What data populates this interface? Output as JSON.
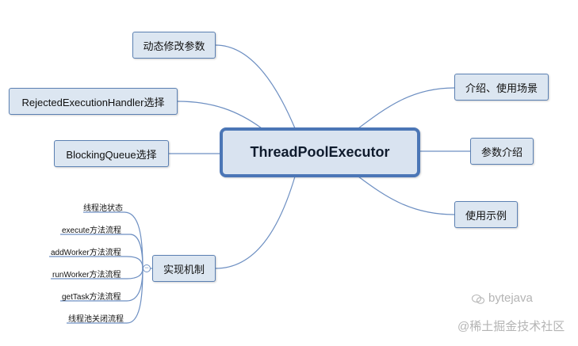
{
  "central": "ThreadPoolExecutor",
  "left_nodes": {
    "dynamic_modify": "动态修改参数",
    "rejected_handler": "RejectedExecutionHandler选择",
    "blocking_queue": "BlockingQueue选择",
    "implementation": "实现机制"
  },
  "right_nodes": {
    "intro": "介绍、使用场景",
    "params": "参数介绍",
    "examples": "使用示例"
  },
  "implementation_children": [
    "线程池状态",
    "execute方法流程",
    "addWorker方法流程",
    "runWorker方法流程",
    "getTask方法流程",
    "线程池关闭流程"
  ],
  "collapse_symbol": "−",
  "watermark": {
    "line1": "bytejava",
    "line2": "@稀土掘金技术社区"
  },
  "colors": {
    "node_fill": "#dce6f1",
    "node_border": "#5b80b2",
    "central_border": "#4b76b6",
    "connector": "#6d8fc2",
    "watermark": "#b4b4b4"
  }
}
